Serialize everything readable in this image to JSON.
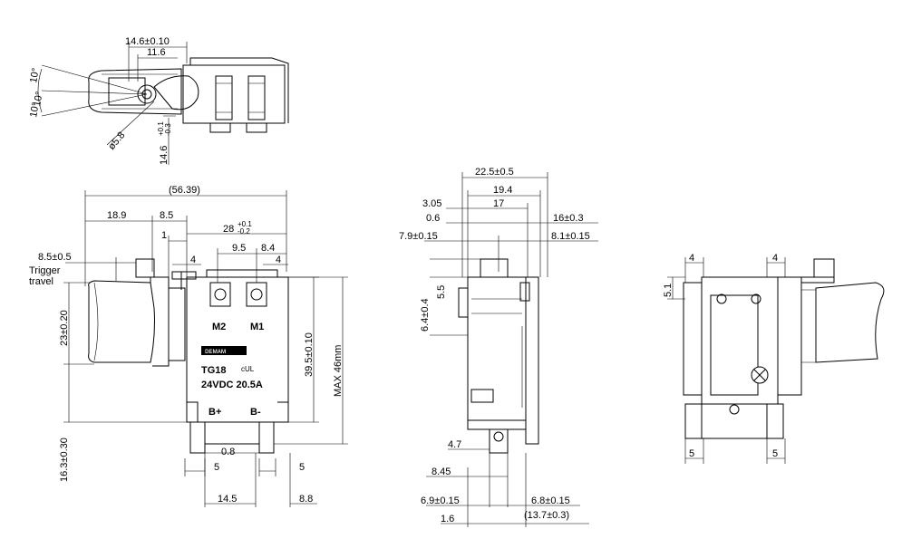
{
  "top_view": {
    "dims": [
      "14.6±0.10",
      "11.6",
      "10°",
      "10°",
      "10°",
      "ø5.8",
      "14.6"
    ],
    "tol_14_6": [
      "+0.1",
      "-0.3"
    ]
  },
  "front_view": {
    "dims": [
      "(56.39)",
      "18.9",
      "8.5",
      "28",
      "1",
      "9.5",
      "8.4",
      "4",
      "4",
      "8.5±0.5",
      "23±0.20",
      "16.3±0.30",
      "39.5±0.10",
      "MAX 46mm",
      "0.8",
      "5",
      "5",
      "14.5",
      "8.8"
    ],
    "tol_28": [
      "+0.1",
      "-0.2"
    ],
    "trigger_travel": [
      "Trigger",
      "travel"
    ],
    "terminals": [
      "M2",
      "M1"
    ],
    "logo": "ᴅᴇᴍᴀᴍ",
    "model": "TG18",
    "rating": "24VDC 20.5A",
    "cert": "cUL",
    "battery_terms": [
      "B+",
      "B-"
    ]
  },
  "side_view": {
    "dims": [
      "22.5±0.5",
      "19.4",
      "3.05",
      "17",
      "0.6",
      "16±0.3",
      "7.9±0.15",
      "8.1±0.15",
      "5.5",
      "6.4±0.4",
      "4.7",
      "8.45",
      "6.9±0.15",
      "6.8±0.15",
      "1.6",
      "(13.7±0.3)"
    ]
  },
  "rear_view": {
    "dims": [
      "4",
      "4",
      "5.1",
      "5",
      "5"
    ]
  }
}
